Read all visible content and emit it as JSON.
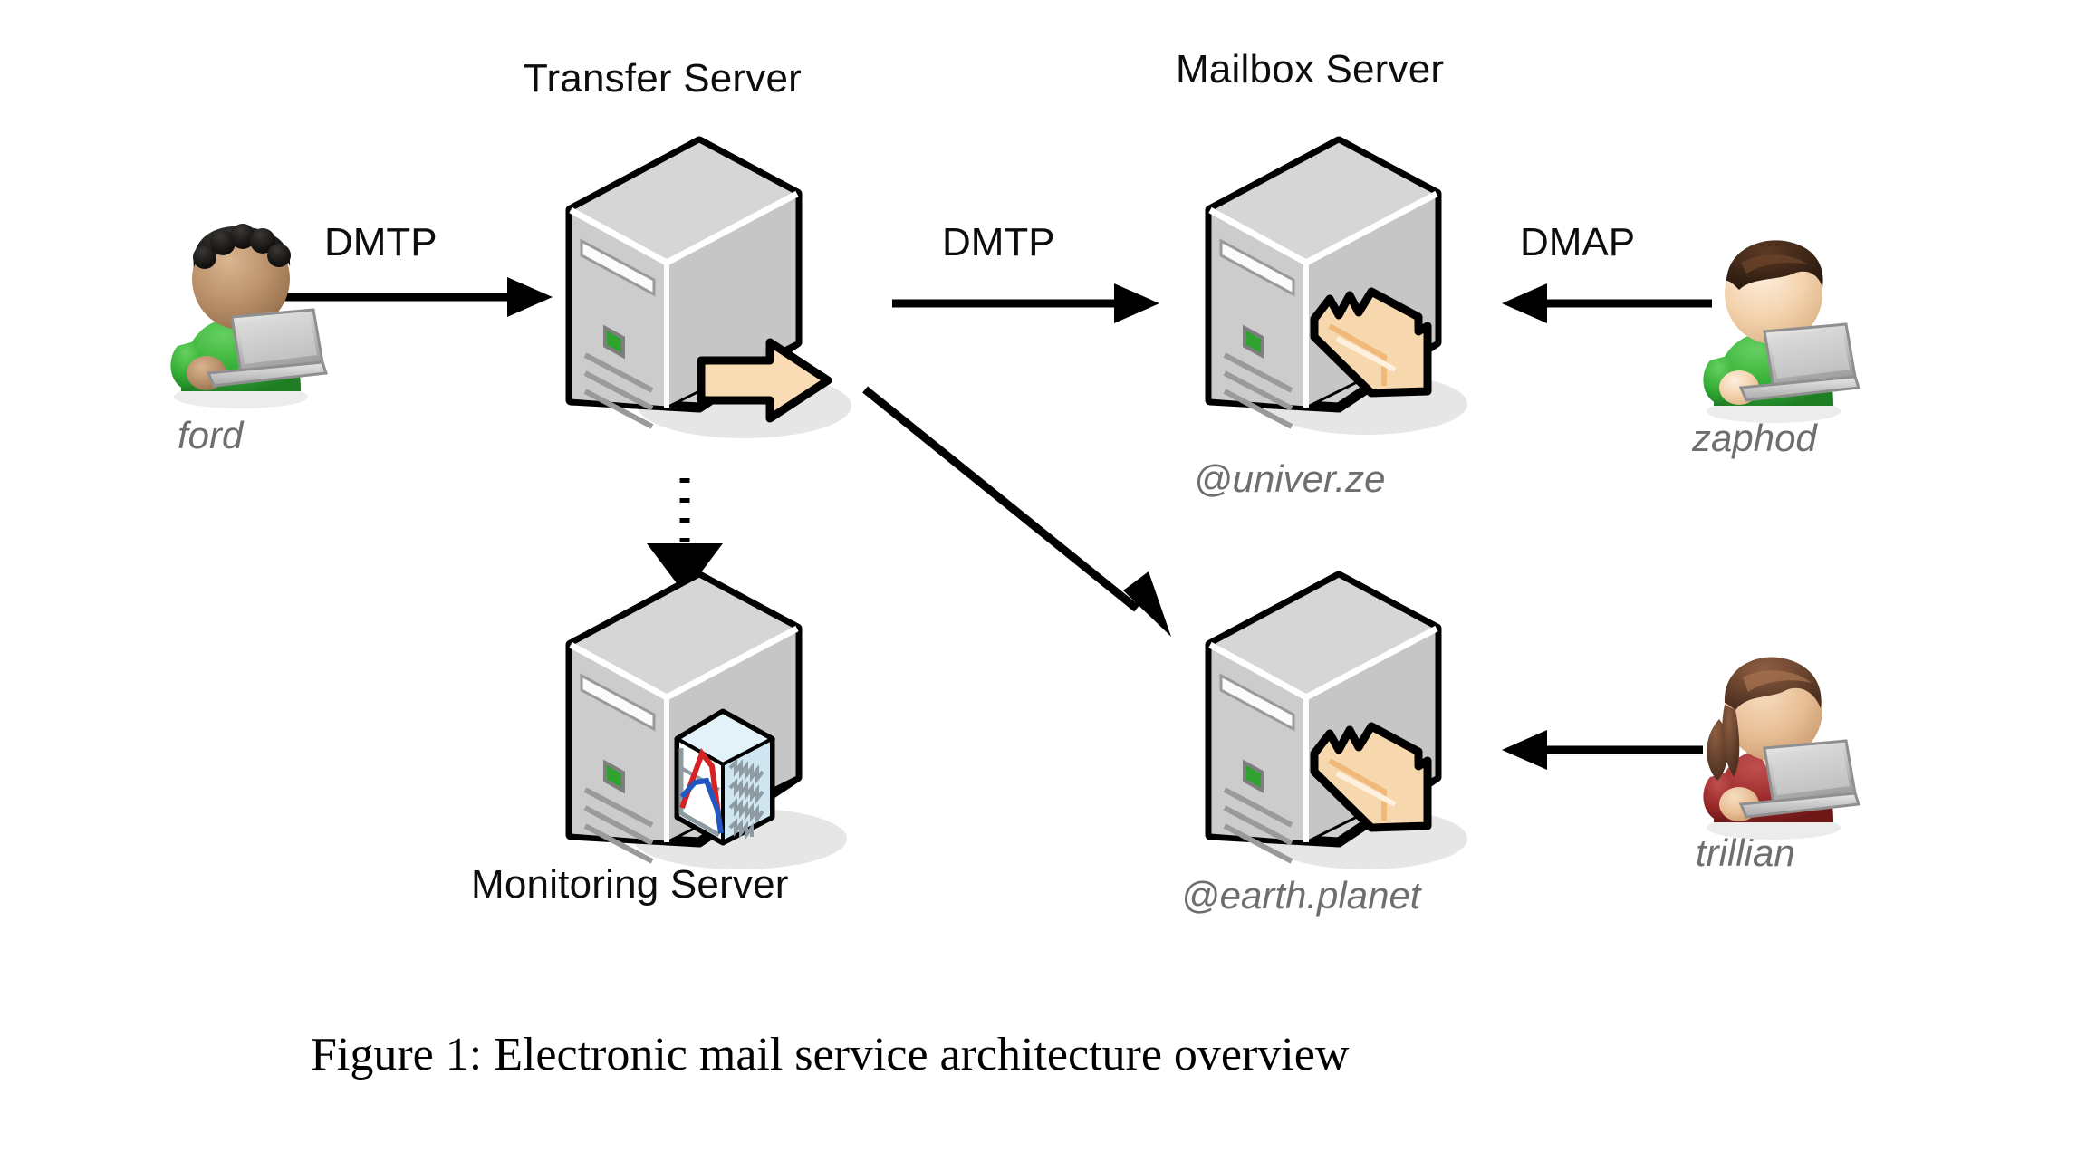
{
  "figure": {
    "caption": "Figure 1: Electronic mail service architecture overview",
    "background_color": "#ffffff"
  },
  "palette": {
    "server_face_light": "#cfcfcf",
    "server_face_front": "#c8c8c8",
    "server_top": "#d4d4d4",
    "outline": "#000000",
    "led_green": "#2fa32f",
    "folder_peach": "#f7d7ae",
    "arrow_peach": "#f9dcb4",
    "monitor_blue": "#d4e8f2",
    "chart_red": "#d62222",
    "chart_blue": "#2257bf",
    "shirt_green": "#35b036",
    "shirt_red": "#9e2b2b",
    "label_gray": "#6e6e6e",
    "text_black": "#0d0d0d",
    "shadow": "#e2e2e2"
  },
  "nodes": {
    "transfer_server": {
      "label": "Transfer Server",
      "icon": "server-tower-with-arrow"
    },
    "mailbox_server": {
      "label": "Mailbox Server",
      "icon": "server-tower-with-folder",
      "domain": "@univer.ze"
    },
    "monitoring_server": {
      "label": "Monitoring Server",
      "icon": "server-tower-with-chart-cube"
    },
    "earth_server": {
      "label": "",
      "icon": "server-tower-with-folder",
      "domain": "@earth.planet"
    }
  },
  "users": [
    {
      "name": "ford",
      "icon": "user-with-laptop",
      "hair": "#1c1b1a",
      "skin": "#b9906a",
      "shirt": "#35b036"
    },
    {
      "name": "zaphod",
      "icon": "user-with-laptop",
      "hair": "#3a2418",
      "skin": "#f4d3ae",
      "shirt": "#35b036"
    },
    {
      "name": "trillian",
      "icon": "user-with-laptop",
      "hair": "#6b4430",
      "skin": "#e8bf96",
      "shirt": "#9e2b2b"
    }
  ],
  "connections": [
    {
      "id": "ford-to-transfer",
      "protocol": "DMTP",
      "style": "solid",
      "direction": "right"
    },
    {
      "id": "transfer-to-mailbox",
      "protocol": "DMTP",
      "style": "solid",
      "direction": "right"
    },
    {
      "id": "zaphod-to-mailbox",
      "protocol": "DMAP",
      "style": "solid",
      "direction": "left"
    },
    {
      "id": "transfer-to-earth",
      "protocol": "",
      "style": "solid",
      "direction": "diagonal-down-right"
    },
    {
      "id": "trillian-to-earth",
      "protocol": "",
      "style": "solid",
      "direction": "left"
    },
    {
      "id": "transfer-to-monitoring",
      "protocol": "",
      "style": "dotted",
      "direction": "down"
    }
  ]
}
